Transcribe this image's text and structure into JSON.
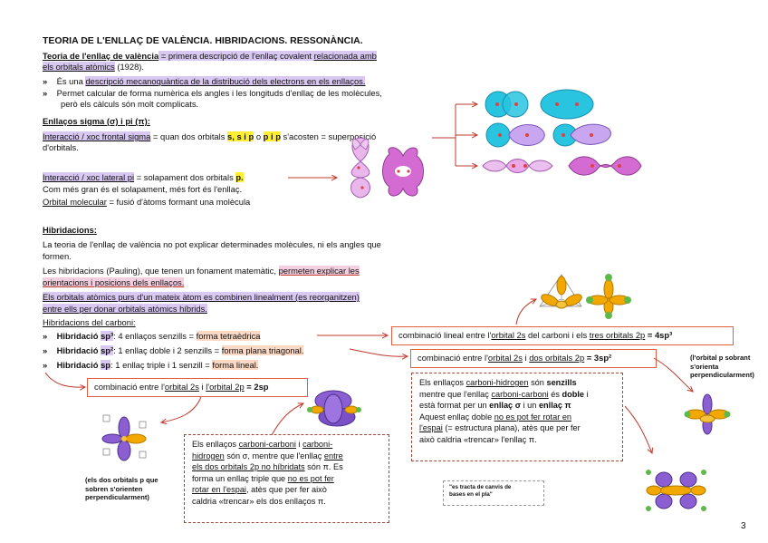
{
  "title": "TEORIA DE L'ENLLAÇ DE VALÈNCIA. HIBRIDACIONS. RESSONÀNCIA.",
  "intro": {
    "term": "Teoria de l'enllaç de valència",
    "def_a": " = primera descripció de l'enllaç covalent ",
    "def_b": "relacionada amb",
    "def_c": "els orbitals atòmics",
    "def_d": " (1928)."
  },
  "bullets1": [
    {
      "pre": "És una ",
      "hl": "descripció mecanoquàntica de la distribució dels electrons en els enllaços."
    },
    {
      "line1": "Permet calcular de forma numèrica els angles i les longituds d'enllaç de les molècules,",
      "line2": "però els càlculs són molt complicats."
    }
  ],
  "sigma_pi": {
    "heading": "Enllaços sigma (σ) i pi (π):",
    "frontal_term": "Interacció / xoc frontal sigma",
    "frontal_mid": " = quan dos orbitals ",
    "frontal_hl": "s, s i p",
    "frontal_o": " o ",
    "frontal_hl2": "p i p",
    "frontal_end": " s'acosten = superposició",
    "frontal_line2": "d'orbitals.",
    "lateral_term": "Interacció / xoc lateral pi",
    "lateral_mid": " = solapament dos orbitals ",
    "lateral_hl": "p.",
    "line3": "Com més gran és el solapament, més fort és l'enllaç.",
    "om_term": "Orbital molecular",
    "om_def": " = fusió d'àtoms formant una molècula"
  },
  "hybrid": {
    "heading": "Hibridacions:",
    "p1_l1": "La teoria de l'enllaç de valència no pot explicar determinades molècules, ni els angles que",
    "p1_l2": "formen.",
    "p2_a": "Les hibridacions (Pauling), que tenen un fonament matemàtic, ",
    "p2_b": "permeten explicar les",
    "p2_c": "orientacions i posicions dels enllaços.",
    "p3_l1": "Els orbitals atòmics purs d'un  mateix àtom es combinen  linealment (es reorganitzen)",
    "p3_l2": "entre ells per donar orbitals atòmics híbrids.",
    "carbon_heading": "Hibridacions del carboni:",
    "items": [
      {
        "label": "Hibridació ",
        "hl": "sp³",
        "desc": ": 4 enllaços senzills = ",
        "form": "forma tetraèdrica"
      },
      {
        "label": "Hibridació ",
        "hl": "sp²",
        "desc": ": 1 enllaç doble i 2 senzills = ",
        "form": "forma plana triagonal."
      },
      {
        "label": "Hibridació ",
        "hl": "sp",
        "desc": ": 1 enllaç triple i 1 senzill = ",
        "form": "forma lineal."
      }
    ]
  },
  "boxes": {
    "sp3": {
      "a": "combinació lineal entre l'",
      "b": "orbital 2s",
      "c": " del carboni i els ",
      "d": "tres orbitals 2p",
      "e": " = 4sp³"
    },
    "sp2": {
      "a": "combinació entre l'",
      "b": "orbital 2s",
      "c": " i ",
      "d": "dos orbitals 2p",
      "e": " = 3sp²"
    },
    "sp": {
      "a": "combinació entre l'",
      "b": "orbital 2s",
      "c": " i ",
      "d": "l'orbital 2p",
      "e": " = 2sp"
    }
  },
  "dbox_sp2": {
    "l1a": "Els enllaços ",
    "l1b": "carboni-hidrogen",
    "l1c": " són ",
    "l1d": "senzills",
    "l2a": "mentre que l'enllaç ",
    "l2b": "carboni-carboni",
    "l2c": " és ",
    "l2d": "doble",
    "l2e": " i",
    "l3a": "està format per un ",
    "l3b": "enllaç σ",
    "l3c": " i un ",
    "l3d": "enllaç π",
    "l4a": "Aquest enllaç doble ",
    "l4b": "no es pot fer rotar en",
    "l5a": "l'espai",
    "l5b": " (= estructura plana), atès que per fer",
    "l6": "això caldria «trencar» l'enllaç π."
  },
  "dbox_sp": {
    "l1a": "Els enllaços ",
    "l1b": "carboni-carboni",
    "l1c": " i ",
    "l1d": "carboni-",
    "l2a": "hidrogen",
    "l2b": " són σ, mentre que l'enllaç ",
    "l2c": "entre",
    "l3a": "els dos orbitals 2p no híbridats",
    "l3b": " són π. Es",
    "l4a": "forma un enllaç triple que ",
    "l4b": "no es pot fer",
    "l5a": "rotar en l'espai",
    "l5b": ", atès que per fer això",
    "l6": "caldria «trencar» els dos enllaços π."
  },
  "notes": {
    "right_l1": "(l'orbital p sobrant",
    "right_l2": "s'orienta",
    "right_l3": "perpendicularment)",
    "left_l1": "(els dos orbitals p que",
    "left_l2": "sobren s'orienten",
    "left_l3": "perpendicularment)",
    "small_l1": "\"es tracta de canvis de",
    "small_l2": "bases en el pla\""
  },
  "page_number": "3",
  "colors": {
    "cyan": "#29c4e0",
    "purple": "#b48de0",
    "pink": "#e7b3e9",
    "magenta": "#d05ad0",
    "arrow": "#c0392b",
    "orange": "#f2a800"
  }
}
